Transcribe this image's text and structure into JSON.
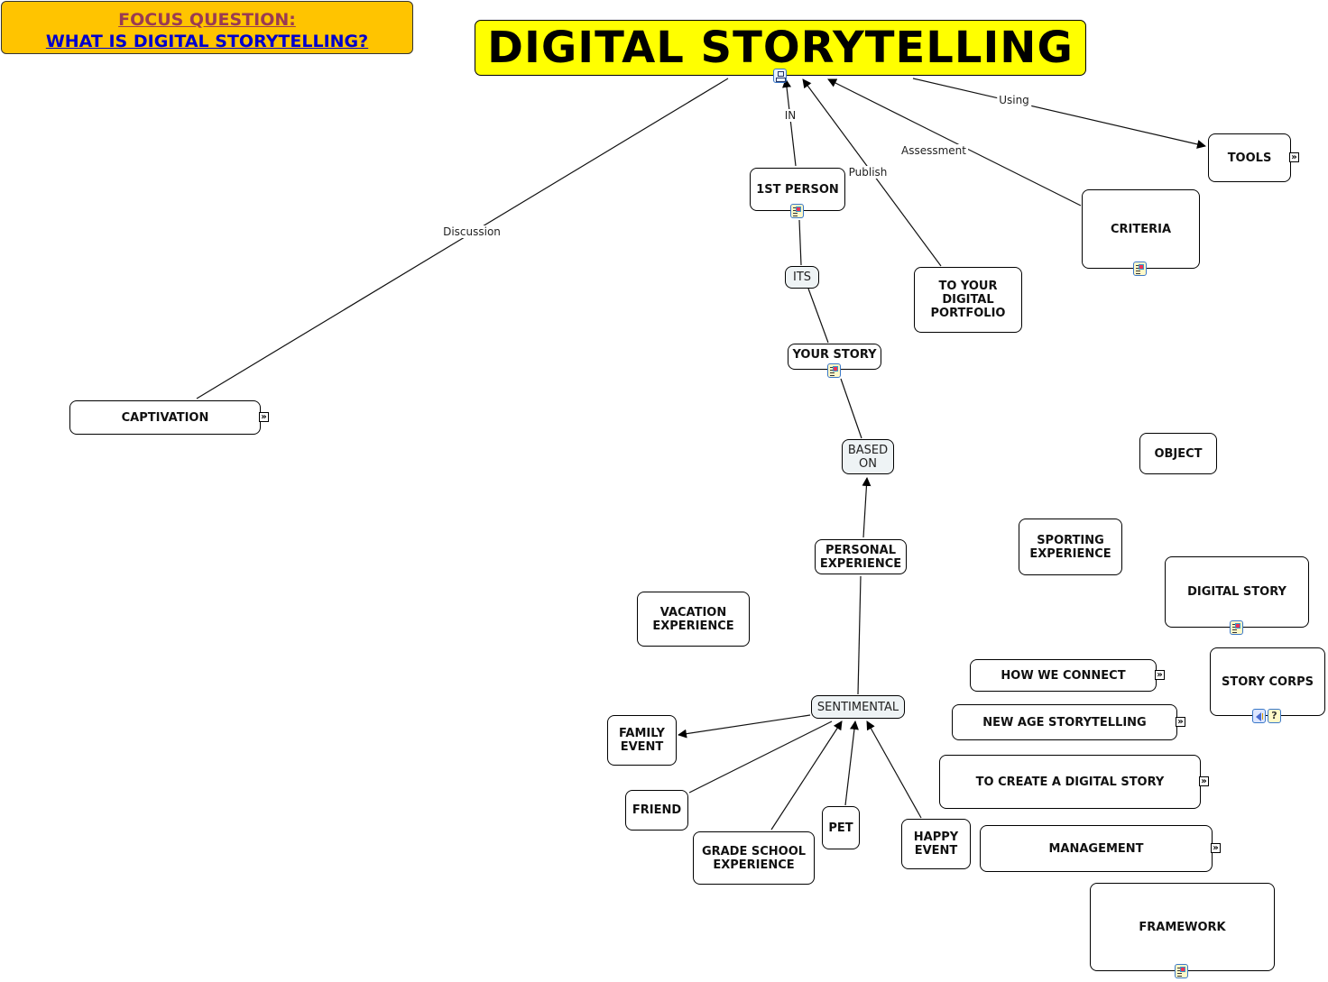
{
  "focus_question": {
    "heading": "FOCUS QUESTION:",
    "question": "WHAT IS DIGITAL STORYTELLING?"
  },
  "root": {
    "label": "DIGITAL STORYTELLING"
  },
  "concepts": {
    "first_person": "1ST PERSON",
    "its": "ITS",
    "your_story": "YOUR STORY",
    "based_on": "BASED\nON",
    "personal_experience": "PERSONAL\nEXPERIENCE",
    "sentimental": "SENTIMENTAL",
    "family_event": "FAMILY\nEVENT",
    "friend": "FRIEND",
    "grade_school": "GRADE SCHOOL\nEXPERIENCE",
    "pet": "PET",
    "happy_event": "HAPPY\nEVENT",
    "vacation": "VACATION\nEXPERIENCE",
    "sporting": "SPORTING\nEXPERIENCE",
    "object": "OBJECT",
    "portfolio": "TO YOUR\nDIGITAL\nPORTFOLIO",
    "criteria": "CRITERIA",
    "tools": "TOOLS",
    "captivation": "CAPTIVATION",
    "digital_story": "DIGITAL  STORY",
    "story_corps": "STORY CORPS",
    "how_we_connect": "HOW WE CONNECT",
    "new_age": "NEW AGE STORYTELLING",
    "to_create": "TO CREATE A DIGITAL STORY",
    "management": "MANAGEMENT",
    "framework": "FRAMEWORK"
  },
  "linking_phrases": {
    "in": "IN",
    "publish": "Publish",
    "assessment": "Assessment",
    "using": "Using",
    "discussion": "Discussion"
  },
  "icons": {
    "expand": "expand-chevron-icon",
    "document": "document-resource-icon",
    "concept_map": "concept-map-resource-icon",
    "audio": "audio-resource-icon",
    "help": "unknown-resource-icon"
  }
}
